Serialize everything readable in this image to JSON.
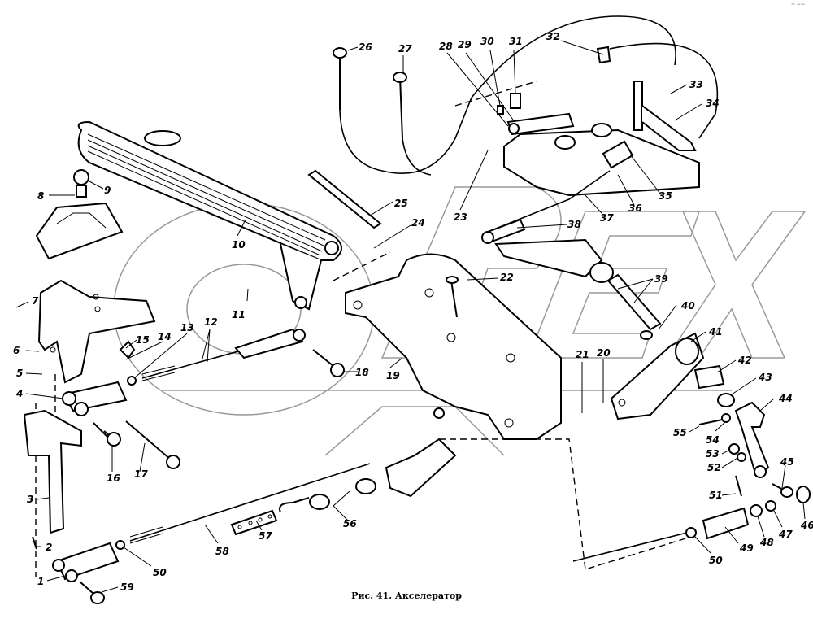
{
  "figure": {
    "caption": "Рис. 41. Акселератор",
    "corner_mark": "~ ~~",
    "watermark": "OPEX",
    "watermark_color": "#9a9a9a",
    "line_color": "#000000"
  },
  "callouts": [
    {
      "id": "1",
      "label": "1"
    },
    {
      "id": "2",
      "label": "2"
    },
    {
      "id": "3",
      "label": "3"
    },
    {
      "id": "4",
      "label": "4"
    },
    {
      "id": "5",
      "label": "5"
    },
    {
      "id": "6",
      "label": "6"
    },
    {
      "id": "7",
      "label": "7"
    },
    {
      "id": "8",
      "label": "8"
    },
    {
      "id": "9",
      "label": "9"
    },
    {
      "id": "10",
      "label": "10"
    },
    {
      "id": "11",
      "label": "11"
    },
    {
      "id": "12",
      "label": "12"
    },
    {
      "id": "13",
      "label": "13"
    },
    {
      "id": "14",
      "label": "14"
    },
    {
      "id": "15",
      "label": "15"
    },
    {
      "id": "16",
      "label": "16"
    },
    {
      "id": "17",
      "label": "17"
    },
    {
      "id": "18",
      "label": "18"
    },
    {
      "id": "19",
      "label": "19"
    },
    {
      "id": "20",
      "label": "20"
    },
    {
      "id": "21",
      "label": "21"
    },
    {
      "id": "22",
      "label": "22"
    },
    {
      "id": "23",
      "label": "23"
    },
    {
      "id": "24",
      "label": "24"
    },
    {
      "id": "25",
      "label": "25"
    },
    {
      "id": "26",
      "label": "26"
    },
    {
      "id": "27",
      "label": "27"
    },
    {
      "id": "28",
      "label": "28"
    },
    {
      "id": "29",
      "label": "29"
    },
    {
      "id": "30",
      "label": "30"
    },
    {
      "id": "31",
      "label": "31"
    },
    {
      "id": "32",
      "label": "32"
    },
    {
      "id": "33",
      "label": "33"
    },
    {
      "id": "34",
      "label": "34"
    },
    {
      "id": "35",
      "label": "35"
    },
    {
      "id": "36",
      "label": "36"
    },
    {
      "id": "37",
      "label": "37"
    },
    {
      "id": "38",
      "label": "38"
    },
    {
      "id": "39",
      "label": "39"
    },
    {
      "id": "40",
      "label": "40"
    },
    {
      "id": "41",
      "label": "41"
    },
    {
      "id": "42",
      "label": "42"
    },
    {
      "id": "43",
      "label": "43"
    },
    {
      "id": "44",
      "label": "44"
    },
    {
      "id": "45",
      "label": "45"
    },
    {
      "id": "46",
      "label": "46"
    },
    {
      "id": "47",
      "label": "47"
    },
    {
      "id": "48",
      "label": "48"
    },
    {
      "id": "49",
      "label": "49"
    },
    {
      "id": "50a",
      "label": "50"
    },
    {
      "id": "50b",
      "label": "50"
    },
    {
      "id": "51",
      "label": "51"
    },
    {
      "id": "52",
      "label": "52"
    },
    {
      "id": "53",
      "label": "53"
    },
    {
      "id": "54",
      "label": "54"
    },
    {
      "id": "55",
      "label": "55"
    },
    {
      "id": "56",
      "label": "56"
    },
    {
      "id": "57",
      "label": "57"
    },
    {
      "id": "58",
      "label": "58"
    },
    {
      "id": "59",
      "label": "59"
    }
  ]
}
